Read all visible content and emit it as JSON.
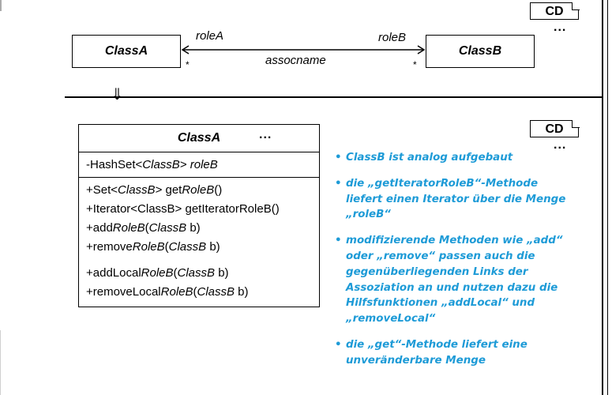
{
  "top": {
    "cd_tag": "CD",
    "dots": "...",
    "class_a": "ClassA",
    "class_b": "ClassB",
    "role_a": "roleA",
    "role_b": "roleB",
    "assoc_name": "assocname",
    "mult_left": "*",
    "mult_right": "*"
  },
  "transform_arrow": "⇓",
  "bottom": {
    "cd_tag": "CD",
    "dots": "...",
    "class_name": "ClassA",
    "class_dots": "...",
    "attribute": {
      "prefix": "-HashSet<",
      "type": "ClassB",
      "suffix": "> ",
      "name": "roleB"
    },
    "ops": {
      "set": {
        "a": "+Set<",
        "b": "ClassB",
        "c": "> get",
        "d": "RoleB",
        "e": "()"
      },
      "iterator": "+Iterator<ClassB> getIteratorRoleB()",
      "add": {
        "a": "+add",
        "b": "RoleB",
        "c": "(",
        "d": "ClassB",
        "e": " b)"
      },
      "remove": {
        "a": "+remove",
        "b": "RoleB",
        "c": "(",
        "d": "ClassB",
        "e": " b)"
      },
      "addLocal": {
        "a": "+addLocal",
        "b": "RoleB",
        "c": "(",
        "d": "ClassB",
        "e": " b)"
      },
      "removeLocal": {
        "a": "+removeLocal",
        "b": "RoleB",
        "c": "(",
        "d": "ClassB",
        "e": " b)"
      }
    },
    "bullet_char": "•",
    "bullets": [
      [
        "ClassB ist analog aufgebaut"
      ],
      [
        "die „getIteratorRoleB“-Methode",
        "liefert einen Iterator über die Menge",
        "„roleB“"
      ],
      [
        "modifizierende Methoden wie „add“",
        "oder „remove“ passen auch die",
        "gegenüberliegenden Links der",
        "Assoziation an und nutzen dazu die",
        "Hilfsfunktionen „addLocal“ und",
        "„removeLocal“"
      ],
      [
        "die „get“-Methode liefert eine",
        "unveränderbare Menge"
      ]
    ]
  },
  "colors": {
    "bullet_text": "#1e9bd7"
  }
}
